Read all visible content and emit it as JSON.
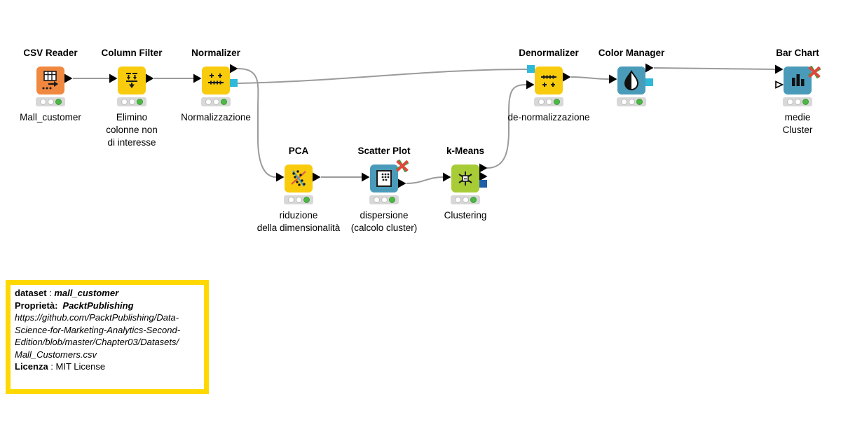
{
  "canvas": {
    "background": "#FFFFFF",
    "wire_color": "#9B9B9B"
  },
  "nodes": [
    {
      "title": "CSV Reader",
      "label": "Mall_customer",
      "color": "#F0883F"
    },
    {
      "title": "Column Filter",
      "label": "Elimino\ncolonne non\ndi interesse",
      "color": "#F8CB0D"
    },
    {
      "title": "Normalizer",
      "label": "Normalizzazione",
      "color": "#F8CB0D"
    },
    {
      "title": "PCA",
      "label": "riduzione\ndella dimensionalità",
      "color": "#F8CB0D"
    },
    {
      "title": "Scatter Plot",
      "label": "dispersione\n(calcolo cluster)",
      "color": "#4A9BBA"
    },
    {
      "title": "k-Means",
      "label": "Clustering",
      "color": "#A8CC35"
    },
    {
      "title": "Denormalizer",
      "label": "de-normalizzazione",
      "color": "#F8CB0D"
    },
    {
      "title": "Color Manager",
      "label": "",
      "color": "#4A9BBA"
    },
    {
      "title": "Bar Chart",
      "label": "medie\nCluster",
      "color": "#4A9BBA"
    }
  ],
  "ports": {
    "data": "#000000",
    "model": "#2FB8D8",
    "cluster": "#1D5FA8"
  },
  "status": {
    "bar": "#D8D8D8",
    "off": "#FFFFFF",
    "on": "#4CB944"
  },
  "error_marker": {
    "red": "#E0473B",
    "green": "#3FA03F"
  },
  "annotation": {
    "border_color": "#FFD800",
    "line1_key": "dataset",
    "line1_sep": " : ",
    "line1_value": "mall_customer",
    "line2_key": "Proprietà:",
    "line2_value": "PacktPublishing",
    "url_lines": [
      "https://github.com/PacktPublishing/Data-",
      "Science-for-Marketing-Analytics-Second-",
      "Edition/blob/master/Chapter03/Datasets/",
      "Mall_Customers.csv"
    ],
    "line7_key": "Licenza",
    "line7_sep": " : ",
    "line7_value": "MIT License"
  }
}
